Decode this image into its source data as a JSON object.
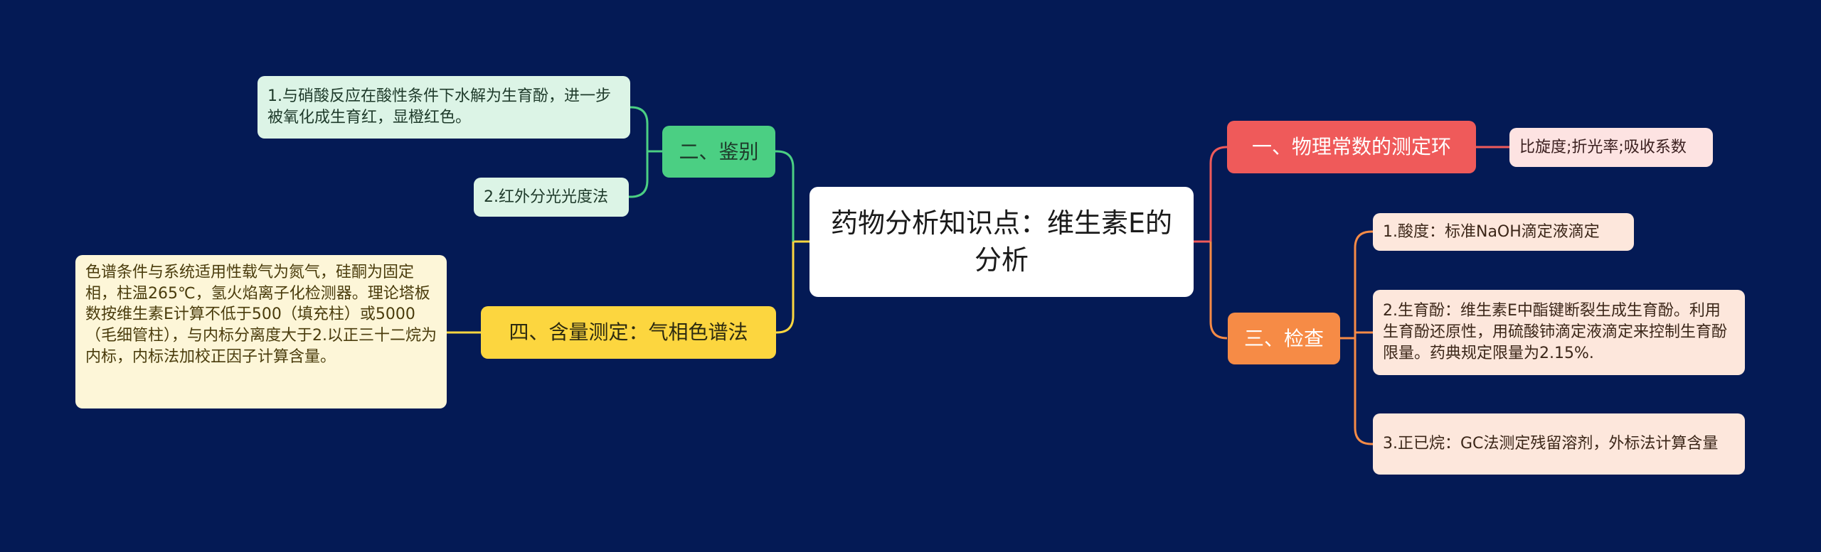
{
  "mindmap": {
    "root": {
      "label": "药物分析知识点：维生素E的分析"
    },
    "right": {
      "physical": {
        "label": "一、物理常数的测定环",
        "color": "#ef5a5a",
        "items": [
          "比旋度;折光率;吸收系数"
        ]
      },
      "inspection": {
        "label": "三、检查",
        "color": "#f68b46",
        "items": [
          "1.酸度：标准NaOH滴定液滴定",
          "2.生育酚：维生素E中酯键断裂生成生育酚。利用生育酚还原性，用硫酸铈滴定液滴定来控制生育酚限量。药典规定限量为2.15%.",
          "3.正已烷：GC法测定残留溶剂，外标法计算含量"
        ]
      }
    },
    "left": {
      "identification": {
        "label": "二、鉴别",
        "color": "#4bcf83",
        "items": [
          "1.与硝酸反应在酸性条件下水解为生育酚，进一步被氧化成生育红，显橙红色。",
          "2.红外分光光度法"
        ]
      },
      "assay": {
        "label": "四、含量测定：气相色谱法",
        "color": "#fcd63f",
        "items": [
          "色谱条件与系统适用性载气为氮气，硅酮为固定相，柱温265℃，氢火焰离子化检测器。理论塔板数按维生素E计算不低于500（填充柱）或5000（毛细管柱），与内标分离度大于2.以正三十二烷为内标，内标法加校正因子计算含量。"
        ]
      }
    }
  }
}
